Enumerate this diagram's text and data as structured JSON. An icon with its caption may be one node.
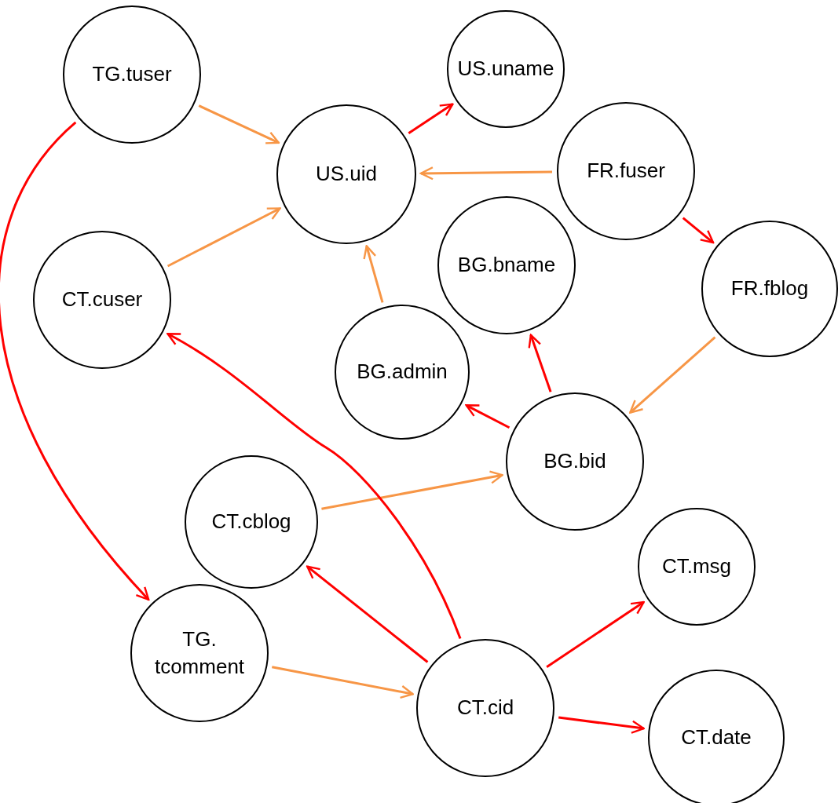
{
  "diagram": {
    "nodes": [
      {
        "text": [
          "TG.tuser"
        ]
      },
      {
        "text": [
          "US.uname"
        ]
      },
      {
        "text": [
          "US.uid"
        ]
      },
      {
        "text": [
          "FR.fuser"
        ]
      },
      {
        "text": [
          "CT.cuser"
        ]
      },
      {
        "text": [
          "BG.bname"
        ]
      },
      {
        "text": [
          "FR.fblog"
        ]
      },
      {
        "text": [
          "BG.admin"
        ]
      },
      {
        "text": [
          "BG.bid"
        ]
      },
      {
        "text": [
          "CT.cblog"
        ]
      },
      {
        "text": [
          "CT.msg"
        ]
      },
      {
        "text": [
          "TG. tcomment"
        ]
      },
      {
        "text": [
          "CT.cid"
        ]
      },
      {
        "text": [
          "CT.date"
        ]
      }
    ],
    "edges": [
      {
        "from": 0,
        "to": 2,
        "arrow": "to",
        "color": "#f79646"
      },
      {
        "from": 2,
        "to": 1,
        "arrow": "to"
      },
      {
        "from": 3,
        "to": 2,
        "arrow": "to",
        "color": "#f79646"
      },
      {
        "from": 4,
        "to": 2,
        "arrow": "to",
        "color": "#f79646"
      },
      {
        "from": 3,
        "to": 6,
        "arrow": "to"
      },
      {
        "from": 7,
        "to": 2,
        "arrow": "to",
        "color": "#f79646"
      },
      {
        "from": 6,
        "to": 8,
        "arrow": "to",
        "color": "#f79646"
      },
      {
        "from": 8,
        "to": 5,
        "arrow": "to"
      },
      {
        "from": 8,
        "to": 7,
        "arrow": "to"
      },
      {
        "from": 9,
        "to": 8,
        "arrow": "to",
        "color": "#f79646"
      },
      {
        "from": 0,
        "to": 11,
        "arrow": "to"
      },
      {
        "from": 12,
        "to": 4,
        "arrow": "to"
      },
      {
        "from": 12,
        "to": 9,
        "arrow": "to"
      },
      {
        "from": 11,
        "to": 12,
        "arrow": "to",
        "color": "#f79646"
      },
      {
        "from": 12,
        "to": 10,
        "arrow": "to"
      },
      {
        "from": 12,
        "to": 13,
        "arrow": "to"
      }
    ]
  }
}
